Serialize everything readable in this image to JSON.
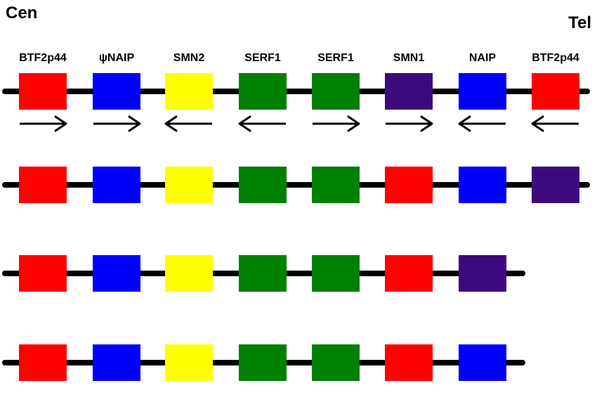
{
  "labels": {
    "left_end": "Cen",
    "right_end": "Tel"
  },
  "colors": {
    "line": "#000000",
    "red": "#ff0000",
    "blue": "#0000ff",
    "yellow": "#ffff00",
    "green": "#008000",
    "purple": "#3d0a7d"
  },
  "genes": [
    {
      "label": "BTF2p44",
      "direction": "right"
    },
    {
      "label": "ψNAIP",
      "direction": "right"
    },
    {
      "label": "SMN2",
      "direction": "left"
    },
    {
      "label": "SERF1",
      "direction": "left"
    },
    {
      "label": "SERF1",
      "direction": "right"
    },
    {
      "label": "SMN1",
      "direction": "right"
    },
    {
      "label": "NAIP",
      "direction": "left"
    },
    {
      "label": "BTF2p44",
      "direction": "left"
    }
  ],
  "rows": [
    [
      "red",
      "blue",
      "yellow",
      "green",
      "green",
      "purple",
      "blue",
      "red"
    ],
    [
      "red",
      "blue",
      "yellow",
      "green",
      "green",
      "red",
      "blue",
      "purple"
    ],
    [
      "red",
      "blue",
      "yellow",
      "green",
      "green",
      "red",
      "purple"
    ],
    [
      "red",
      "blue",
      "yellow",
      "green",
      "green",
      "red",
      "blue"
    ]
  ]
}
